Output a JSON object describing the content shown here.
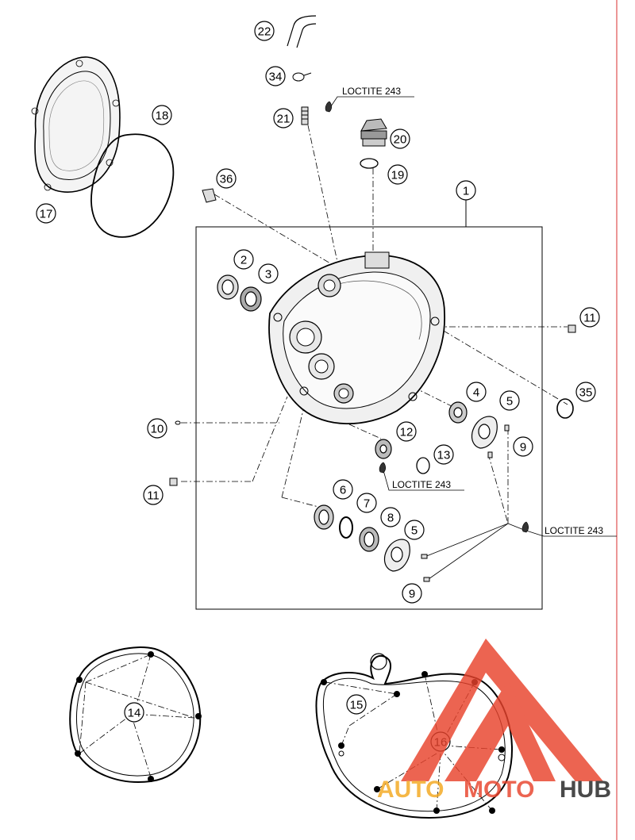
{
  "callouts": {
    "c1": "1",
    "c2": "2",
    "c3": "3",
    "c4": "4",
    "c5a": "5",
    "c5b": "5",
    "c6": "6",
    "c7": "7",
    "c8": "8",
    "c9a": "9",
    "c9b": "9",
    "c10": "10",
    "c11a": "11",
    "c11b": "11",
    "c12": "12",
    "c13": "13",
    "c14": "14",
    "c15": "15",
    "c16": "16",
    "c17": "17",
    "c18": "18",
    "c19": "19",
    "c20": "20",
    "c21": "21",
    "c22": "22",
    "c34": "34",
    "c35": "35",
    "c36": "36"
  },
  "notes": {
    "loctite_top": "LOCTITE 243",
    "loctite_mid": "LOCTITE 243",
    "loctite_right": "LOCTITE 243"
  },
  "watermark": {
    "part1": "AUTO",
    "part2": "MOTO",
    "part3": "HUB",
    "colors": {
      "triangle": "#e8432c",
      "auto": "#f3a81e",
      "moto": "#e8432c",
      "hub": "#222222"
    }
  }
}
